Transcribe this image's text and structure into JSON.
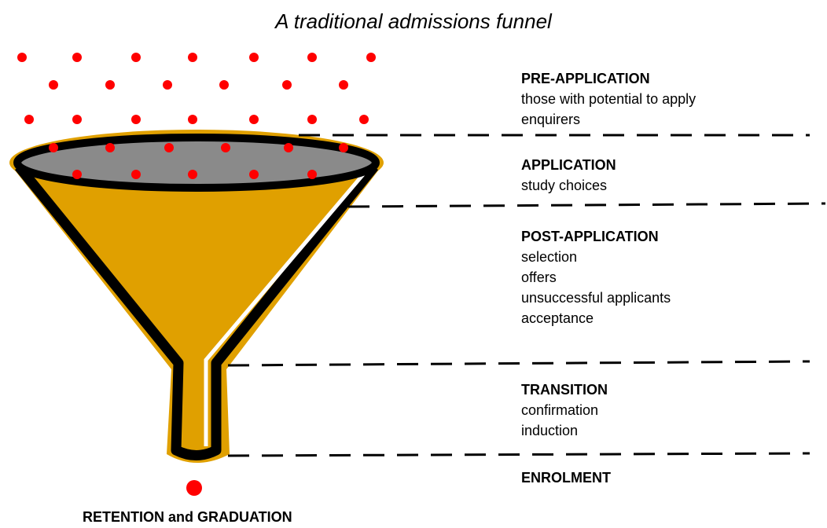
{
  "title": "A traditional admissions funnel",
  "stages": [
    {
      "heading": "PRE-APPLICATION",
      "items": [
        "those with potential to apply",
        "enquirers"
      ]
    },
    {
      "heading": "APPLICATION",
      "items": [
        "study choices"
      ]
    },
    {
      "heading": "POST-APPLICATION",
      "items": [
        "selection",
        "offers",
        "unsuccessful applicants",
        "acceptance"
      ]
    },
    {
      "heading": "TRANSITION",
      "items": [
        "confirmation",
        "induction"
      ]
    },
    {
      "heading": "ENROLMENT",
      "items": []
    }
  ],
  "footer": "RETENTION and GRADUATION",
  "colors": {
    "funnel_fill": "#E0A000",
    "funnel_outline": "#000000",
    "mouth_fill": "#8A8A8A",
    "dot": "#FF0000"
  }
}
